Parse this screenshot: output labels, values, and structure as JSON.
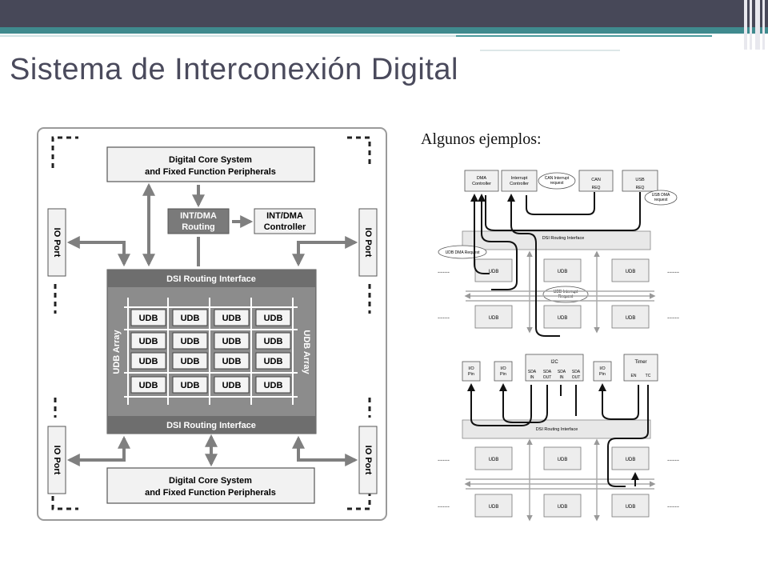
{
  "slide": {
    "title": "Sistema de Interconexión Digital",
    "subtitle": "Algunos ejemplos:"
  },
  "left_diagram": {
    "core_top": [
      "Digital Core System",
      "and Fixed Function Peripherals"
    ],
    "core_bottom": [
      "Digital Core System",
      "and Fixed Function Peripherals"
    ],
    "int_routing": [
      "INT/DMA",
      "Routing"
    ],
    "int_controller": [
      "INT/DMA",
      "Controller"
    ],
    "io_port": "IO Port",
    "dsi_top": "DSI Routing Interface",
    "dsi_bottom": "DSI Routing Interface",
    "udb_array": "UDB Array",
    "udb": "UDB"
  },
  "right_top": {
    "dma": [
      "DMA",
      "Controller"
    ],
    "interrupt": [
      "Interrupt",
      "Controller"
    ],
    "can_request": [
      "CAN Interrupt",
      "request"
    ],
    "can": [
      "CAN",
      "REQ"
    ],
    "usb": [
      "USB",
      "REQ"
    ],
    "usb_request": [
      "USB DMA",
      "request"
    ],
    "dsi": "DSI Routing Interface",
    "udb_dma": "UDB DMA Request",
    "udb_interrupt": [
      "UDB Interrupt",
      "Request"
    ],
    "udb": "UDB",
    "dashes": "-----"
  },
  "right_bottom": {
    "io_pin": [
      "I/O",
      "Pin"
    ],
    "i2c": "I2C",
    "i2c_pins": [
      [
        "SDA",
        "IN"
      ],
      [
        "SDA",
        "OUT"
      ],
      [
        "SDA",
        "IN"
      ],
      [
        "SDA",
        "OUT"
      ]
    ],
    "timer": "Timer",
    "timer_pins": [
      "EN",
      "TC"
    ],
    "dsi": "DSI Routing Interface",
    "udb": "UDB",
    "dashes": "-----"
  }
}
